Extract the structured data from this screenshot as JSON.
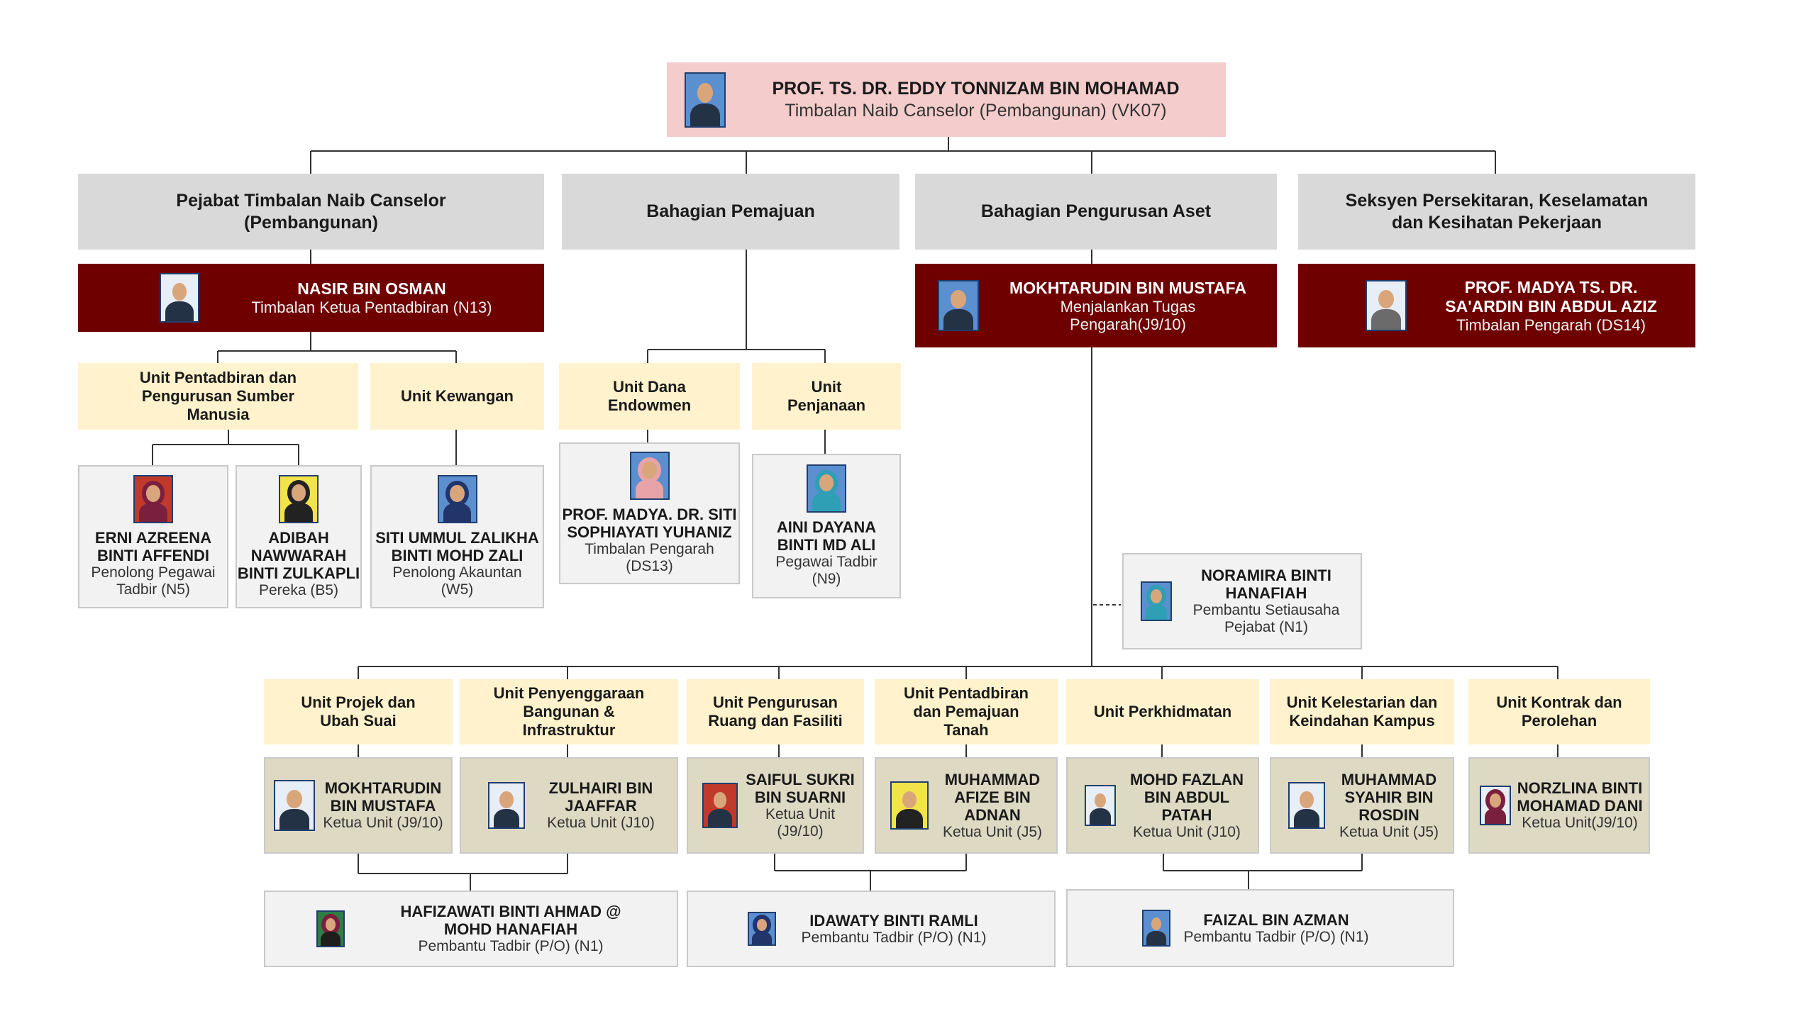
{
  "top": {
    "name": "PROF. TS. DR. EDDY TONNIZAM BIN MOHAMAD",
    "role": "Timbalan Naib Canselor (Pembangunan) (VK07)"
  },
  "divisions": [
    {
      "title_line1": "Pejabat Timbalan Naib Canselor",
      "title_line2": "(Pembangunan)"
    },
    {
      "title_line1": "Bahagian Pemajuan",
      "title_line2": ""
    },
    {
      "title_line1": "Bahagian Pengurusan Aset",
      "title_line2": ""
    },
    {
      "title_line1": "Seksyen Persekitaran, Keselamatan",
      "title_line2": "dan Kesihatan Pekerjaan"
    }
  ],
  "leaders": {
    "nasir": {
      "name": "NASIR BIN OSMAN",
      "role": "Timbalan Ketua Pentadbiran (N13)"
    },
    "mokhtarudin": {
      "name": "MOKHTARUDIN BIN MUSTAFA",
      "role_line1": "Menjalankan Tugas",
      "role_line2": "Pengarah(J9/10)"
    },
    "sardin": {
      "name_line1": "PROF. MADYA TS. DR.",
      "name_line2": "SA'ARDIN BIN ABDUL AZIZ",
      "role": "Timbalan Pengarah (DS14)"
    }
  },
  "units_upper": {
    "pentadbiran": [
      "Unit Pentadbiran dan",
      "Pengurusan Sumber",
      "Manusia"
    ],
    "kewangan": "Unit Kewangan",
    "dana": [
      "Unit Dana",
      "Endowmen"
    ],
    "penjanaan": [
      "Unit",
      "Penjanaan"
    ]
  },
  "staff_upper": {
    "erni": {
      "name": [
        "ERNI AZREENA",
        "BINTI AFFENDI"
      ],
      "role": [
        "Penolong Pegawai",
        "Tadbir (N5)"
      ]
    },
    "adibah": {
      "name": [
        "ADIBAH",
        "NAWWARAH",
        "BINTI ZULKAPLI"
      ],
      "role": [
        "Pereka (B5)"
      ]
    },
    "siti": {
      "name": [
        "SITI UMMUL ZALIKHA",
        "BINTI MOHD ZALI"
      ],
      "role": [
        "Penolong Akauntan",
        "(W5)"
      ]
    },
    "sophiayati": {
      "name": [
        "PROF. MADYA. DR. SITI",
        "SOPHIAYATI YUHANIZ"
      ],
      "role": [
        "Timbalan Pengarah",
        "(DS13)"
      ]
    },
    "aini": {
      "name": [
        "AINI DAYANA",
        "BINTI MD ALI"
      ],
      "role": [
        "Pegawai Tadbir",
        "(N9)"
      ]
    }
  },
  "secretary": {
    "name": [
      "NORAMIRA BINTI",
      "HANAFIAH"
    ],
    "role": [
      "Pembantu Setiausaha",
      "Pejabat (N1)"
    ]
  },
  "units_lower": [
    [
      "Unit Projek dan",
      "Ubah Suai"
    ],
    [
      "Unit Penyenggaraan",
      "Bangunan &",
      "Infrastruktur"
    ],
    [
      "Unit Pengurusan",
      "Ruang dan Fasiliti"
    ],
    [
      "Unit Pentadbiran",
      "dan Pemajuan",
      "Tanah"
    ],
    [
      "Unit Perkhidmatan"
    ],
    [
      "Unit Kelestarian dan",
      "Keindahan Kampus"
    ],
    [
      "Unit Kontrak dan",
      "Perolehan"
    ]
  ],
  "heads_lower": [
    {
      "name": [
        "MOKHTARUDIN",
        "BIN MUSTAFA"
      ],
      "role": [
        "Ketua Unit (J9/10)"
      ]
    },
    {
      "name": [
        "ZULHAIRI BIN",
        "JAAFFAR"
      ],
      "role": [
        "Ketua Unit (J10)"
      ]
    },
    {
      "name": [
        "SAIFUL SUKRI",
        "BIN SUARNI"
      ],
      "role": [
        "Ketua Unit",
        "(J9/10)"
      ]
    },
    {
      "name": [
        "MUHAMMAD",
        "AFIZE BIN",
        "ADNAN"
      ],
      "role": [
        "Ketua Unit (J5)"
      ]
    },
    {
      "name": [
        "MOHD FAZLAN",
        "BIN ABDUL",
        "PATAH"
      ],
      "role": [
        "Ketua Unit (J10)"
      ]
    },
    {
      "name": [
        "MUHAMMAD",
        "SYAHIR BIN",
        "ROSDIN"
      ],
      "role": [
        "Ketua Unit (J5)"
      ]
    },
    {
      "name": [
        "NORZLINA BINTI",
        "MOHAMAD DANI"
      ],
      "role": [
        "Ketua Unit(J9/10)"
      ]
    }
  ],
  "assistants": [
    {
      "name": [
        "HAFIZAWATI BINTI AHMAD @",
        "MOHD HANAFIAH"
      ],
      "role": "Pembantu Tadbir (P/O) (N1)"
    },
    {
      "name": [
        "IDAWATY BINTI RAMLI"
      ],
      "role": "Pembantu Tadbir (P/O) (N1)"
    },
    {
      "name": [
        "FAIZAL BIN AZMAN"
      ],
      "role": "Pembantu Tadbir (P/O) (N1)"
    }
  ]
}
